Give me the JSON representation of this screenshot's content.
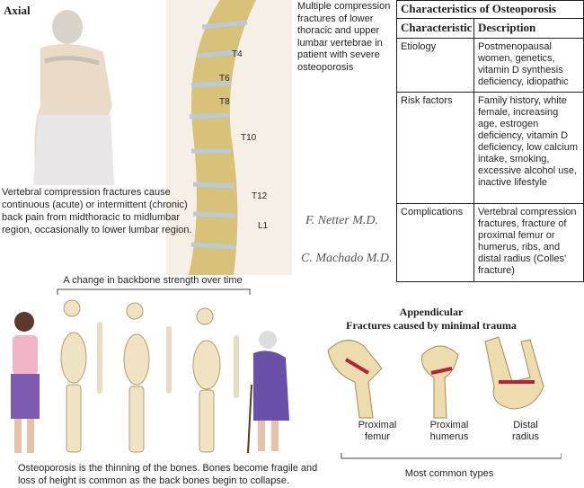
{
  "axial": {
    "label": "Axial",
    "spine_caption": "Multiple compression fractures of lower thoracic and upper lumbar vertebrae in patient with severe osteoporosis",
    "vertebra_labels": [
      "T4",
      "T6",
      "T8",
      "T10",
      "T12",
      "L1"
    ],
    "description": "Vertebral compression fractures cause continuous (acute) or intermittent (chronic) back pain from midthoracic to midlumbar region, occasionally to lower lumbar region.",
    "signatures": [
      "F. Netter M.D.",
      "C. Machado M.D."
    ]
  },
  "table": {
    "title": "Characteristics of Osteoporosis",
    "headers": [
      "Characteristic",
      "Description"
    ],
    "rows": [
      {
        "characteristic": "Etiology",
        "description": "Postmenopausal women, genetics, vitamin D synthesis deficiency, idiopathic"
      },
      {
        "characteristic": "Risk factors",
        "description": "Family history, white female, increasing age, estrogen deficiency, vitamin D deficiency, low calcium intake, smoking, excessive alcohol use, inactive lifestyle"
      },
      {
        "characteristic": "Complications",
        "description": "Vertebral compression fractures, fracture of proximal femur or humerus, ribs, and distal radius (Colles' fracture)"
      }
    ]
  },
  "progression": {
    "title": "A change in backbone strength over time",
    "caption": "Osteoporosis is the thinning of the bones. Bones become fragile and loss of height is common as the back bones begin to collapse."
  },
  "appendicular": {
    "title": "Appendicular",
    "subtitle": "Fractures caused by minimal trauma",
    "bones": [
      "Proximal femur",
      "Proximal humerus",
      "Distal radius"
    ],
    "group_label": "Most common types"
  }
}
